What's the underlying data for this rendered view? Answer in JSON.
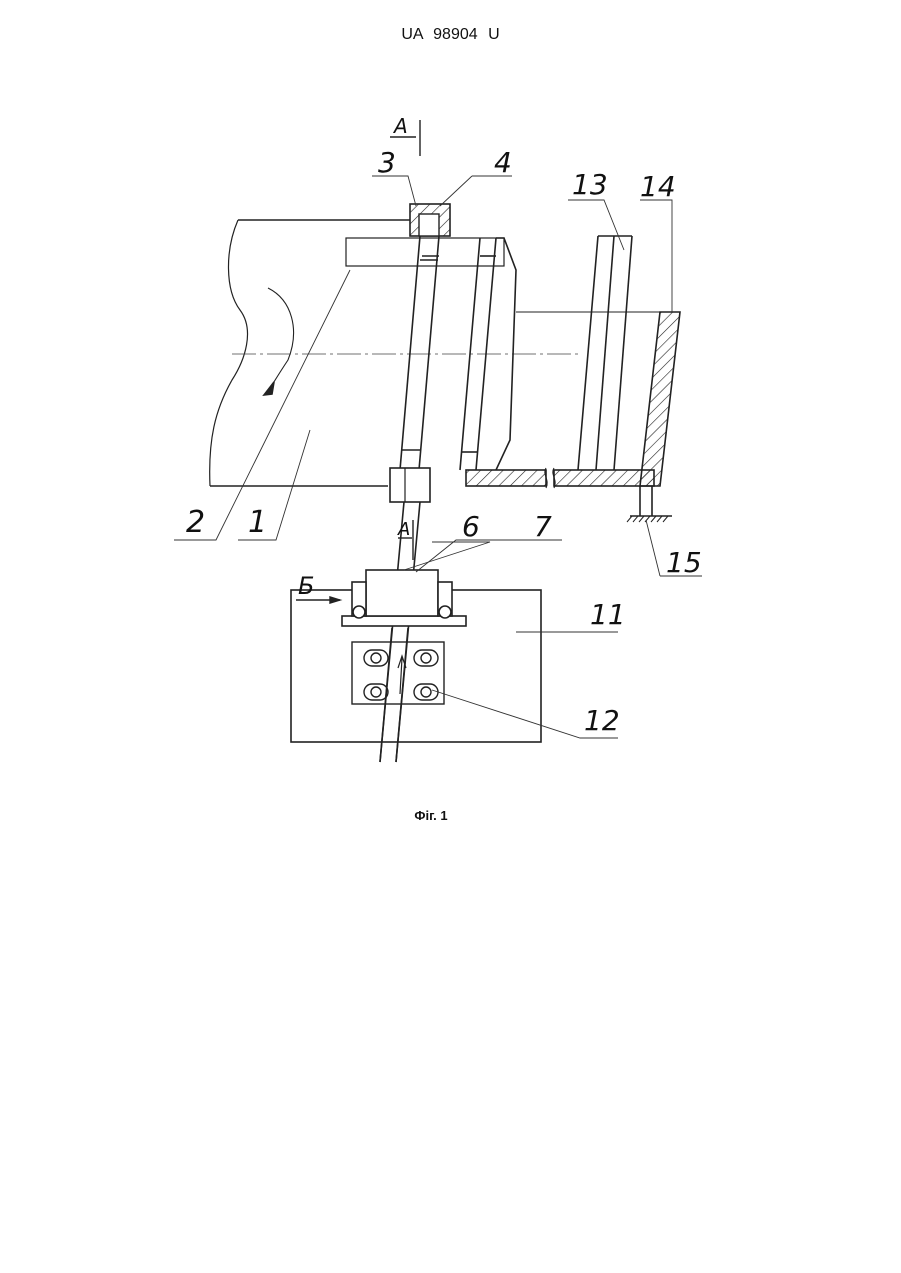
{
  "header": {
    "document_id": "UA   98904   U"
  },
  "figure": {
    "caption": "Фіг. 1",
    "section_labels": {
      "a_top": "A",
      "a_mid": "A",
      "b_left": "Б"
    },
    "callouts": {
      "c1": "1",
      "c2": "2",
      "c3": "3",
      "c4": "4",
      "c6": "6",
      "c7": "7",
      "c11": "11",
      "c12": "12",
      "c13": "13",
      "c14": "14",
      "c15": "15"
    }
  }
}
